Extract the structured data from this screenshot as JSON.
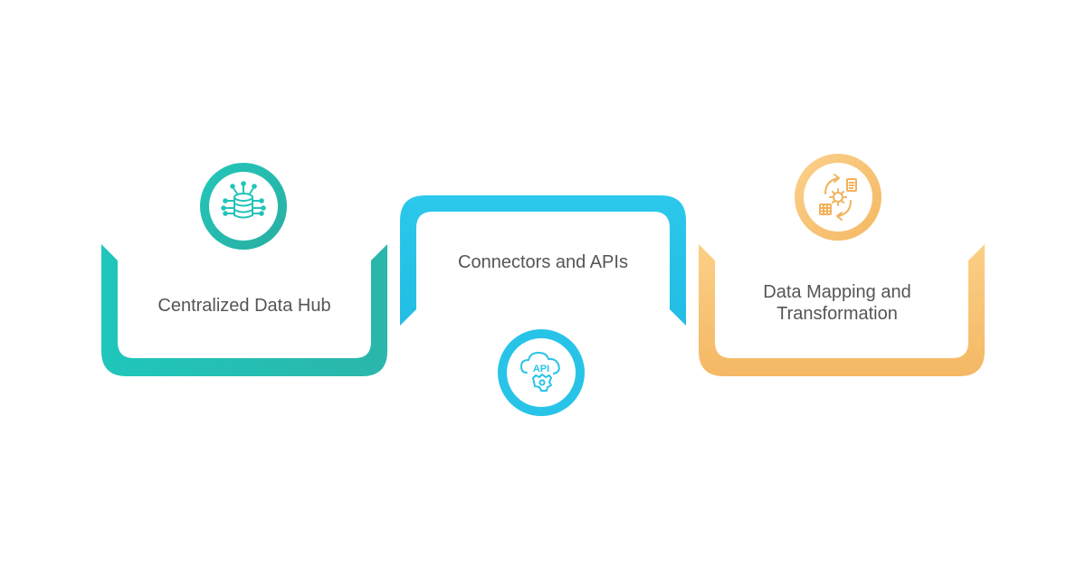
{
  "steps": [
    {
      "label": "Centralized Data Hub",
      "icon": "database-network-icon",
      "color": "#22c4b8",
      "color_dark": "#2aa89e"
    },
    {
      "label": "Connectors and APIs",
      "icon_text": "API",
      "icon": "api-cloud-gear-icon",
      "color": "#27c4e8",
      "color_dark": "#1ea8cc"
    },
    {
      "label_line1": "Data Mapping and",
      "label_line2": "Transformation",
      "icon": "data-transform-cycle-icon",
      "color": "#f7c173",
      "color_dark": "#f2b25c"
    }
  ]
}
